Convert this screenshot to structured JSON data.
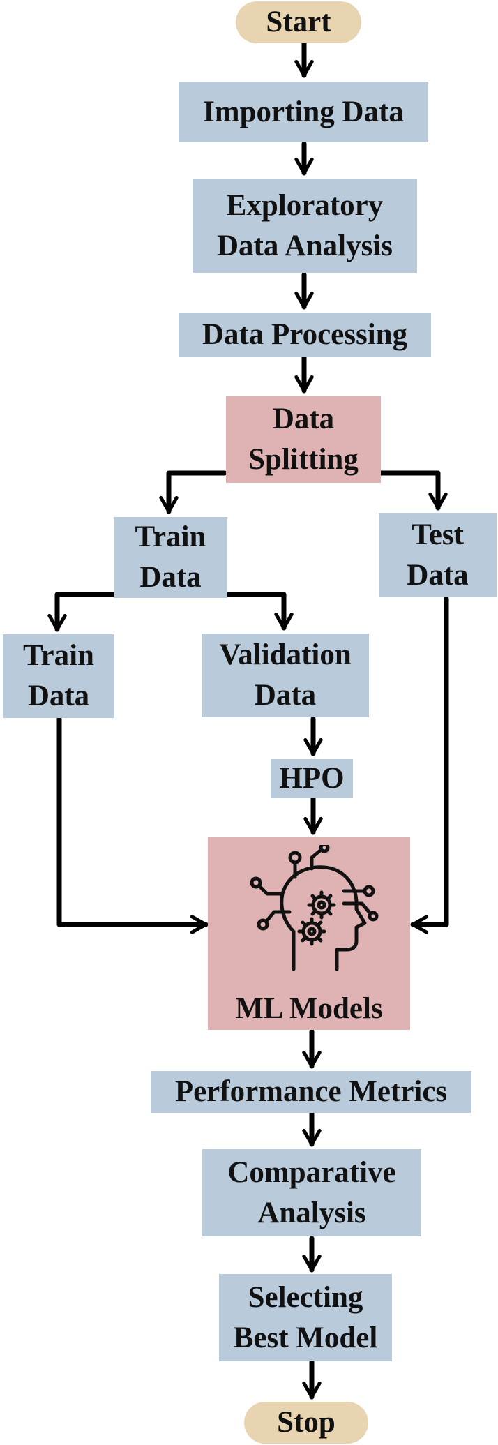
{
  "diagram": {
    "start": "Start",
    "importing": "Importing Data",
    "eda": [
      "Exploratory",
      "Data Analysis"
    ],
    "processing": "Data Processing",
    "splitting": [
      "Data",
      "Splitting"
    ],
    "train_data": [
      "Train",
      "Data"
    ],
    "test_data": [
      "Test",
      "Data"
    ],
    "train_data_sub": [
      "Train",
      "Data"
    ],
    "validation_data": [
      "Validation",
      "Data"
    ],
    "hpo": "HPO",
    "ml_models": "ML Models",
    "ml_icon": "ai-head-gears-icon",
    "performance": "Performance Metrics",
    "comparative": [
      "Comparative",
      "Analysis"
    ],
    "selecting": [
      "Selecting",
      "Best Model"
    ],
    "stop": "Stop"
  },
  "colors": {
    "process_fill": "#b9cadb",
    "highlight_fill": "#dfb3b4",
    "terminal_fill": "#e8d4b0",
    "arrow": "#000000"
  }
}
